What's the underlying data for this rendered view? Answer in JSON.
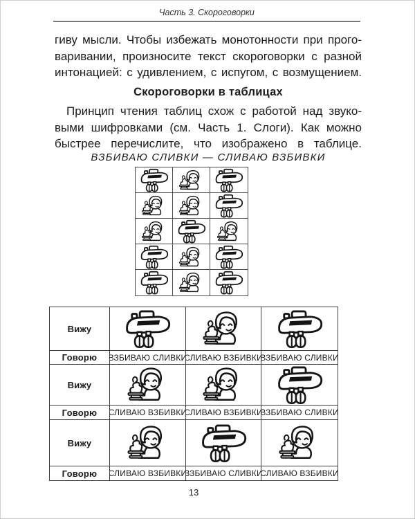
{
  "colors": {
    "ink": "#1b1b1b",
    "rule_gray": "#7a7a7a",
    "table_border": "#3d3d3d"
  },
  "running_head": {
    "title": "Часть 3. Скороговорки"
  },
  "intro_paragraph": {
    "lines": [
      "гиву мысли. Чтобы избежать монотонности при прого-",
      "варивании, произносите текст скороговорки с разной",
      "интонацией: с удивлением, с испугом, с возмущением."
    ]
  },
  "section": {
    "heading": "Скороговорки в таблицах",
    "paragraph_lines": [
      "Принцип чтения таблиц схож с работой над звуко-",
      "выми шифровками (см. Часть 1. Слоги). Как можно",
      "быстрее перечислите, что изображено в таблице."
    ]
  },
  "exercise": {
    "title": "ВЗБИВАЮ СЛИВКИ — СЛИВАЮ ВЗБИВКИ"
  },
  "icons": {
    "mixer": "hand-mixer",
    "boy": "boy-with-whipped-cream"
  },
  "picture_grid": {
    "rows": [
      [
        "mixer",
        "boy",
        "mixer"
      ],
      [
        "boy",
        "boy",
        "mixer"
      ],
      [
        "boy",
        "mixer",
        "boy"
      ],
      [
        "mixer",
        "boy",
        "mixer"
      ],
      [
        "mixer",
        "boy",
        "mixer"
      ]
    ]
  },
  "see_say_table": {
    "see_label": "Вижу",
    "say_label": "Говорю",
    "groups": [
      {
        "images": [
          "mixer",
          "boy",
          "mixer"
        ],
        "captions": [
          "ВЗБИВАЮ СЛИВКИ",
          "СЛИВАЮ ВЗБИВКИ",
          "ВЗБИВАЮ СЛИВКИ"
        ]
      },
      {
        "images": [
          "boy",
          "boy",
          "mixer"
        ],
        "captions": [
          "СЛИВАЮ ВЗБИВКИ",
          "СЛИВАЮ ВЗБИВКИ",
          "ВЗБИВАЮ СЛИВКИ"
        ]
      },
      {
        "images": [
          "boy",
          "mixer",
          "boy"
        ],
        "captions": [
          "СЛИВАЮ ВЗБИВКИ",
          "ВЗБИВАЮ СЛИВКИ",
          "СЛИВАЮ ВЗБИВКИ"
        ]
      }
    ]
  },
  "page_number": "13"
}
